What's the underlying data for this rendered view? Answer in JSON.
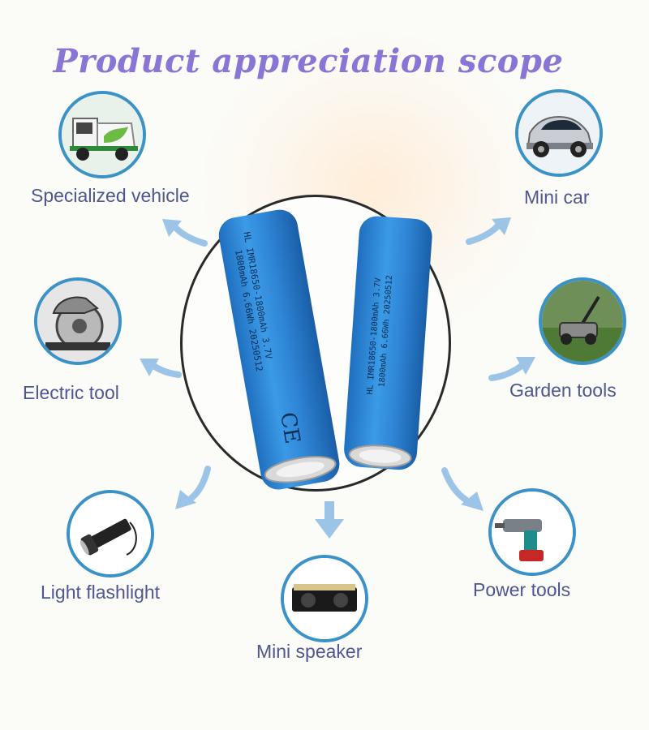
{
  "title": "Product appreciation scope",
  "applications": [
    {
      "label": "Specialized vehicle",
      "icon": "sweeper-truck-icon"
    },
    {
      "label": "Mini car",
      "icon": "car-icon"
    },
    {
      "label": "Electric tool",
      "icon": "circular-saw-icon"
    },
    {
      "label": "Garden tools",
      "icon": "lawn-mower-icon"
    },
    {
      "label": "Light flashlight",
      "icon": "flashlight-icon"
    },
    {
      "label": "Power tools",
      "icon": "power-drill-icon"
    },
    {
      "label": "Mini speaker",
      "icon": "speaker-icon"
    }
  ],
  "batteries": [
    {
      "line1": "HL IMR18650-1800mAh 3.7V",
      "line2": "1800mAh 6.66Wh 20250512"
    },
    {
      "line1": "HL IMR18650-1800mAh 3.7V",
      "line2": "1800mAh 6.66Wh 20250512"
    }
  ],
  "colors": {
    "title": "#8a74d6",
    "label": "#4f5690",
    "ring": "#3a92c7",
    "battery": "#2f86d6",
    "arrow": "#9cc4e6"
  }
}
